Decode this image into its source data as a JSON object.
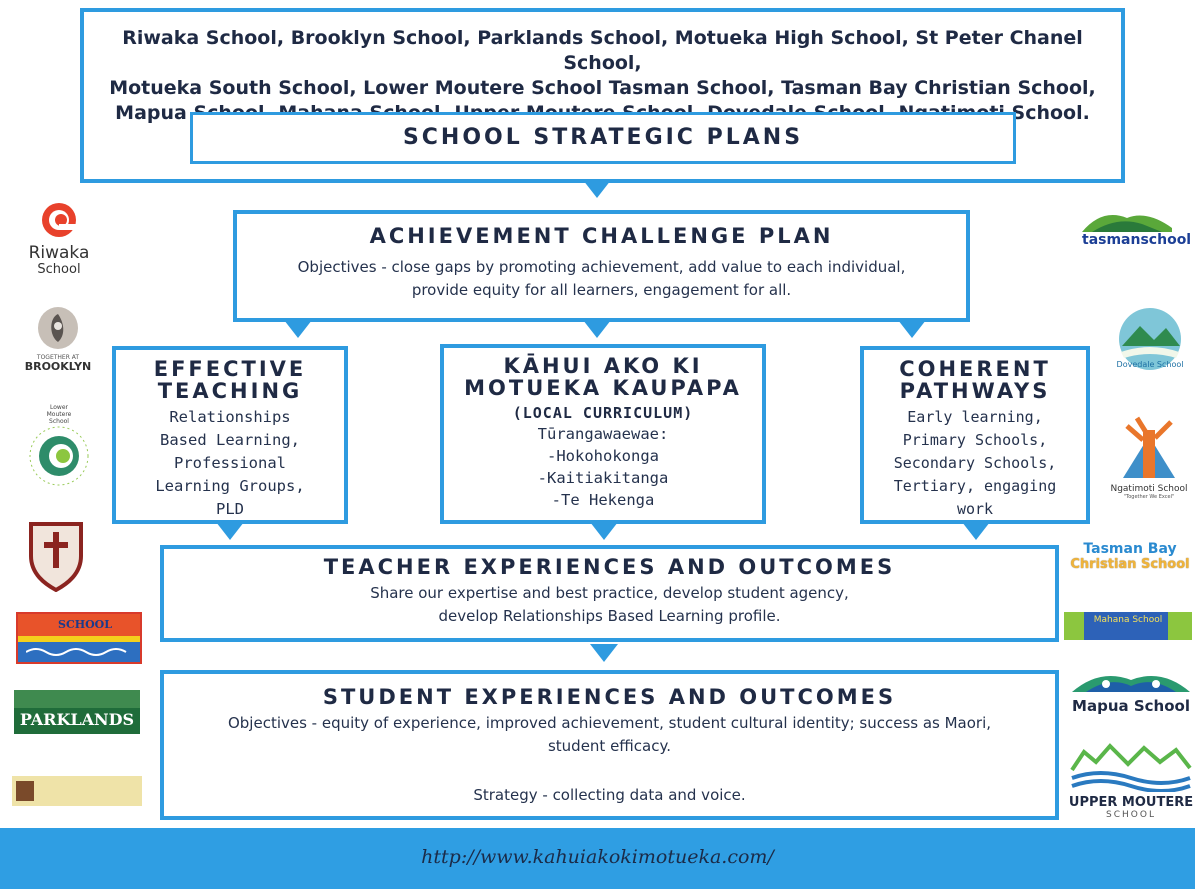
{
  "header": {
    "schools_lines": [
      "Riwaka School, Brooklyn School,  Parklands School, Motueka High School, St Peter Chanel School,",
      "Motueka South School, Lower Moutere School Tasman School, Tasman Bay Christian School,",
      "Mapua School, Mahana School, Upper Moutere School, Dovedale School, Ngatimoti School."
    ],
    "strategic_plans": "SCHOOL STRATEGIC PLANS"
  },
  "achievement": {
    "title": "ACHIEVEMENT CHALLENGE PLAN",
    "line1": "Objectives - close gaps by promoting achievement, add value to each individual,",
    "line2": "provide equity for all learners, engagement for all."
  },
  "effective": {
    "title1": "EFFECTIVE",
    "title2": "TEACHING",
    "lines": [
      "Relationships",
      "Based Learning,",
      "Professional",
      "Learning Groups,",
      "PLD"
    ]
  },
  "kahui": {
    "title1": "KĀHUI AKO KI",
    "title2": "MOTUEKA KAUPAPA",
    "subtitle": "(LOCAL CURRICULUM)",
    "lines": [
      "Tūrangawaewae:",
      "-Hokohokonga",
      "-Kaitiakitanga",
      "-Te Hekenga"
    ]
  },
  "coherent": {
    "title1": "COHERENT",
    "title2": "PATHWAYS",
    "lines": [
      "Early learning,",
      "Primary Schools,",
      "Secondary Schools,",
      "Tertiary, engaging",
      "work"
    ]
  },
  "teacher": {
    "title": "TEACHER EXPERIENCES AND OUTCOMES",
    "line1": "Share our expertise and best practice, develop student agency,",
    "line2": "develop Relationships Based Learning profile."
  },
  "student": {
    "title": "STUDENT EXPERIENCES AND OUTCOMES",
    "line1": "Objectives - equity of experience, improved achievement, student cultural identity; success as Maori,",
    "line2": "student efficacy.",
    "strategy": "Strategy - collecting data and voice."
  },
  "logos": {
    "riwaka_name": "Riwaka",
    "riwaka_sub": "School",
    "brooklyn": "BROOKLYN",
    "brooklyn_small": "TOGETHER AT",
    "lower_moutere": "Lower Moutere School",
    "parklands": "PARKLANDS",
    "motueka_south": "SCHOOL",
    "tasman": "tasmanschool",
    "dovedale": "Dovedale School",
    "ngatimoti": "Ngatimoti School",
    "ngatimoti_motto": "\"Together We Excel\"",
    "tbcs_1": "Tasman Bay",
    "tbcs_2": "Christian School",
    "mahana": "Mahana School",
    "mapua": "Mapua School",
    "upper_moutere_1": "UPPER MOUTERE",
    "upper_moutere_2": "SCHOOL"
  },
  "footer": {
    "url": "http://www.kahuiakokimotueka.com/"
  },
  "colors": {
    "accent": "#2e9be0",
    "text": "#1f2a44"
  }
}
